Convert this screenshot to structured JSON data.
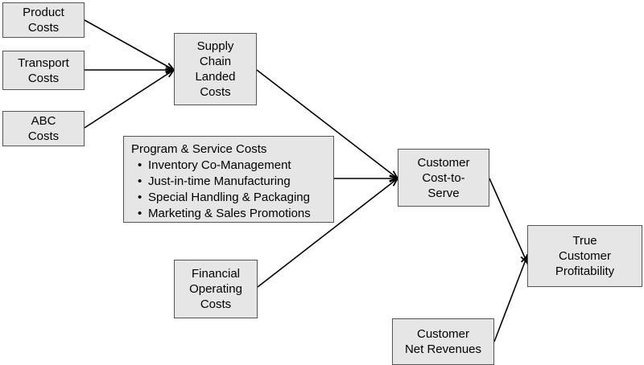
{
  "nodes": {
    "product_costs": {
      "lines": [
        "Product",
        "Costs"
      ]
    },
    "transport_costs": {
      "lines": [
        "Transport",
        "Costs"
      ]
    },
    "abc_costs": {
      "lines": [
        "ABC",
        "Costs"
      ]
    },
    "supply_chain": {
      "lines": [
        "Supply",
        "Chain",
        "Landed",
        "Costs"
      ]
    },
    "program_service": {
      "title": "Program & Service  Costs",
      "items": [
        "Inventory Co-Management",
        "Just-in-time Manufacturing",
        "Special Handling & Packaging",
        "Marketing & Sales Promotions"
      ]
    },
    "financial_operating": {
      "lines": [
        "Financial",
        "Operating",
        "Costs"
      ]
    },
    "cost_to_serve": {
      "lines": [
        "Customer",
        "Cost-to-",
        "Serve"
      ]
    },
    "net_revenues": {
      "lines": [
        "Customer",
        "Net Revenues"
      ]
    },
    "profitability": {
      "lines": [
        "True",
        "Customer",
        "Profitability"
      ]
    }
  },
  "edges": [
    {
      "from": "product_costs",
      "to": "supply_chain"
    },
    {
      "from": "transport_costs",
      "to": "supply_chain"
    },
    {
      "from": "abc_costs",
      "to": "supply_chain"
    },
    {
      "from": "supply_chain",
      "to": "cost_to_serve"
    },
    {
      "from": "program_service",
      "to": "cost_to_serve"
    },
    {
      "from": "financial_operating",
      "to": "cost_to_serve"
    },
    {
      "from": "cost_to_serve",
      "to": "profitability"
    },
    {
      "from": "net_revenues",
      "to": "profitability"
    }
  ],
  "colors": {
    "node_fill": "#e6e6e6",
    "node_border": "#555555",
    "arrow": "#000000"
  }
}
